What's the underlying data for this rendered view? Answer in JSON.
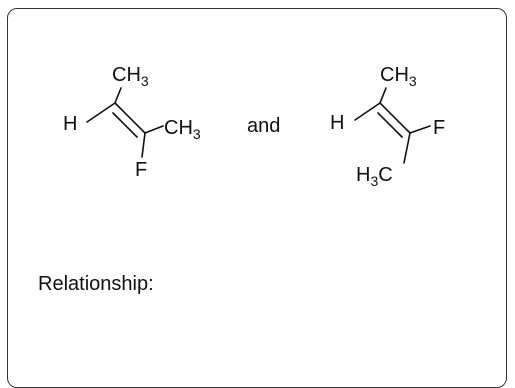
{
  "molecule_left": {
    "top_group": "CH",
    "top_group_sub": "3",
    "left_atom": "H",
    "right_group": "CH",
    "right_group_sub": "3",
    "bottom_atom": "F"
  },
  "joiner": "and",
  "molecule_right": {
    "top_group": "CH",
    "top_group_sub": "3",
    "left_atom": "H",
    "right_atom": "F",
    "bottom_group_prefix": "H",
    "bottom_group_sub": "3",
    "bottom_group_suffix": "C"
  },
  "prompt": {
    "label": "Relationship:"
  },
  "colors": {
    "ink": "#111111",
    "border": "#333333"
  }
}
